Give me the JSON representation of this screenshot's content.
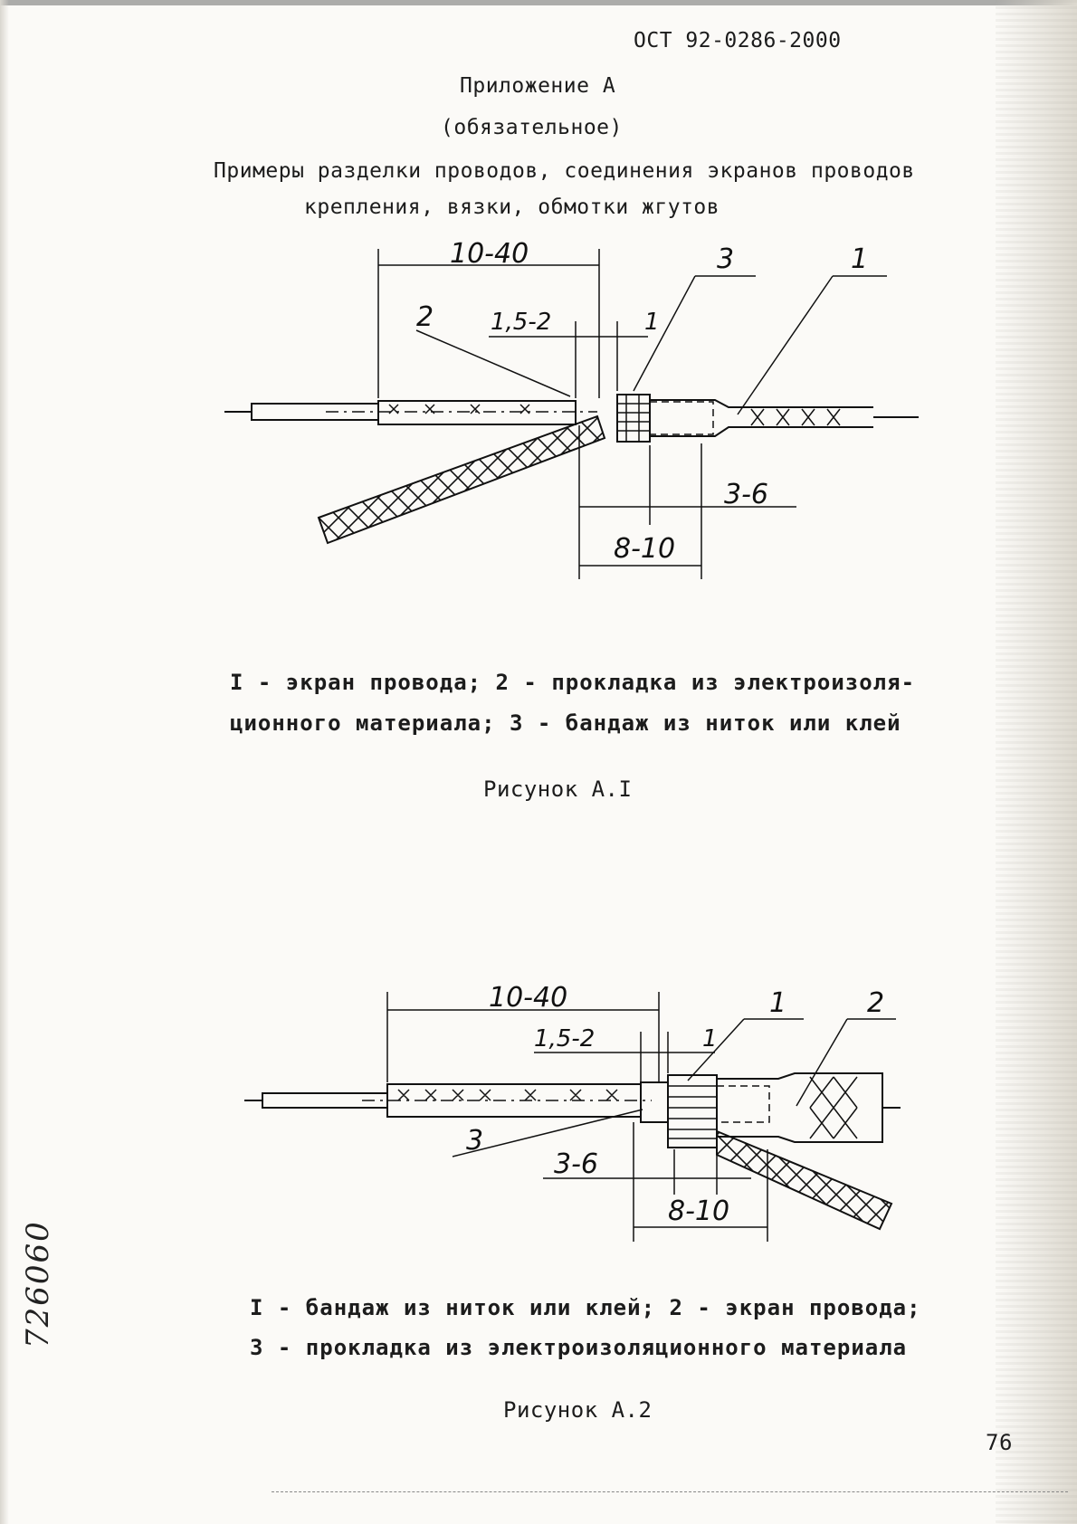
{
  "header": {
    "doc_code": "ОСТ 92-0286-2000",
    "appendix_title": "Приложение А",
    "appendix_note": "(обязательное)",
    "heading_line1": "Примеры разделки проводов,  соединения экранов проводов",
    "heading_line2": "крепления, вязки, обмотки жгутов"
  },
  "figure1": {
    "dims": {
      "d1": "10-40",
      "d2": "1,5-2",
      "d3": "1",
      "d4": "3-6",
      "d5": "8-10"
    },
    "callouts": {
      "c2": "2",
      "c3": "3",
      "c1": "1"
    },
    "legend_line1": "I - экран провода; 2 - прокладка из электроизоля-",
    "legend_line2": "ционного материала; 3 - бандаж из ниток или клей",
    "caption": "Рисунок А.I"
  },
  "figure2": {
    "dims": {
      "d1": "10-40",
      "d2": "1,5-2",
      "d3": "1",
      "d4": "3-6",
      "d5": "8-10"
    },
    "callouts": {
      "c1": "1",
      "c2": "2",
      "c3": "3"
    },
    "legend_line1": "I - бандаж из ниток или клей; 2 - экран провода;",
    "legend_line2": "3 - прокладка из электроизоляционного материала",
    "caption": "Рисунок А.2"
  },
  "page_number": "76",
  "archive_number": "726060",
  "colors": {
    "ink": "#1c1c1c",
    "paper": "#fbfaf7"
  }
}
